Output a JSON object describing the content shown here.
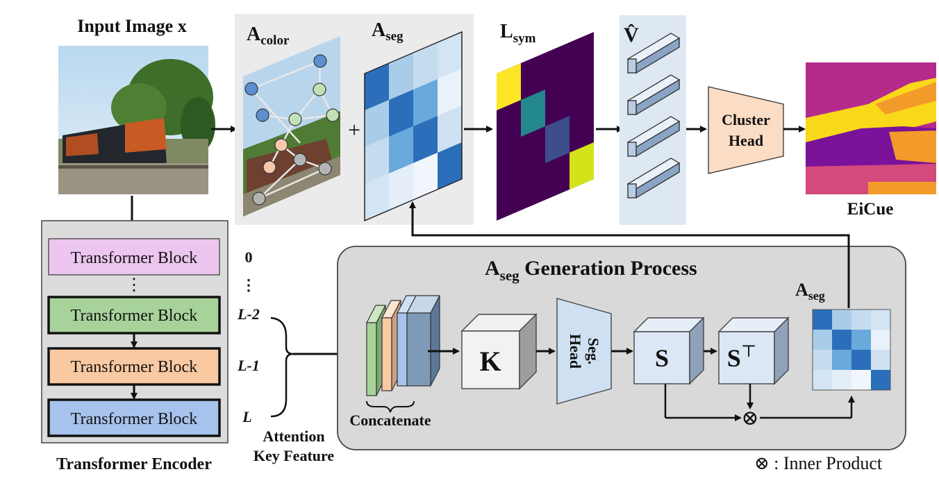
{
  "input": {
    "title": "Input Image x"
  },
  "encoder": {
    "blocks": [
      {
        "label": "Transformer Block",
        "fill": "#ecc6ee",
        "index": "0"
      },
      {
        "label": "Transformer Block",
        "fill": "#a7d39a",
        "index": "L-2"
      },
      {
        "label": "Transformer Block",
        "fill": "#f9c9a2",
        "index": "L-1"
      },
      {
        "label": "Transformer Block",
        "fill": "#a7c2ec",
        "index": "L"
      }
    ],
    "ellipsis": "⋮",
    "caption": "Transformer Encoder"
  },
  "attention_caption": [
    "Attention",
    "Key Feature"
  ],
  "color_panel": {
    "a_color": "A",
    "a_color_sub": "color",
    "a_seg": "A",
    "a_seg_sub": "seg",
    "plus": "+"
  },
  "lsym": {
    "main": "L",
    "sub": "sym"
  },
  "vhat": {
    "label": "V̂"
  },
  "cluster_head": {
    "line1": "Cluster",
    "line2": "Head"
  },
  "eicue": {
    "label": "EiCue"
  },
  "process": {
    "title_main": "A",
    "title_sub": "seg",
    "title_rest": " Generation Process",
    "concat_label": "Concatenate",
    "k_label": "K",
    "seg_head_line1": "Seg.",
    "seg_head_line2": "Head",
    "s_label": "S",
    "st_label": "S",
    "st_sup": "⊤",
    "aseg_main": "A",
    "aseg_sub": "seg",
    "otimes": "⊗"
  },
  "legend": {
    "text": "⊗ : Inner Product"
  },
  "colors": {
    "panel_bg": "#ebebeb",
    "process_bg": "#d9d9d9",
    "vhat_bg": "#dde8f2",
    "cube_blue": "#dbe7f5",
    "cluster_fill": "#fbdcc4"
  }
}
